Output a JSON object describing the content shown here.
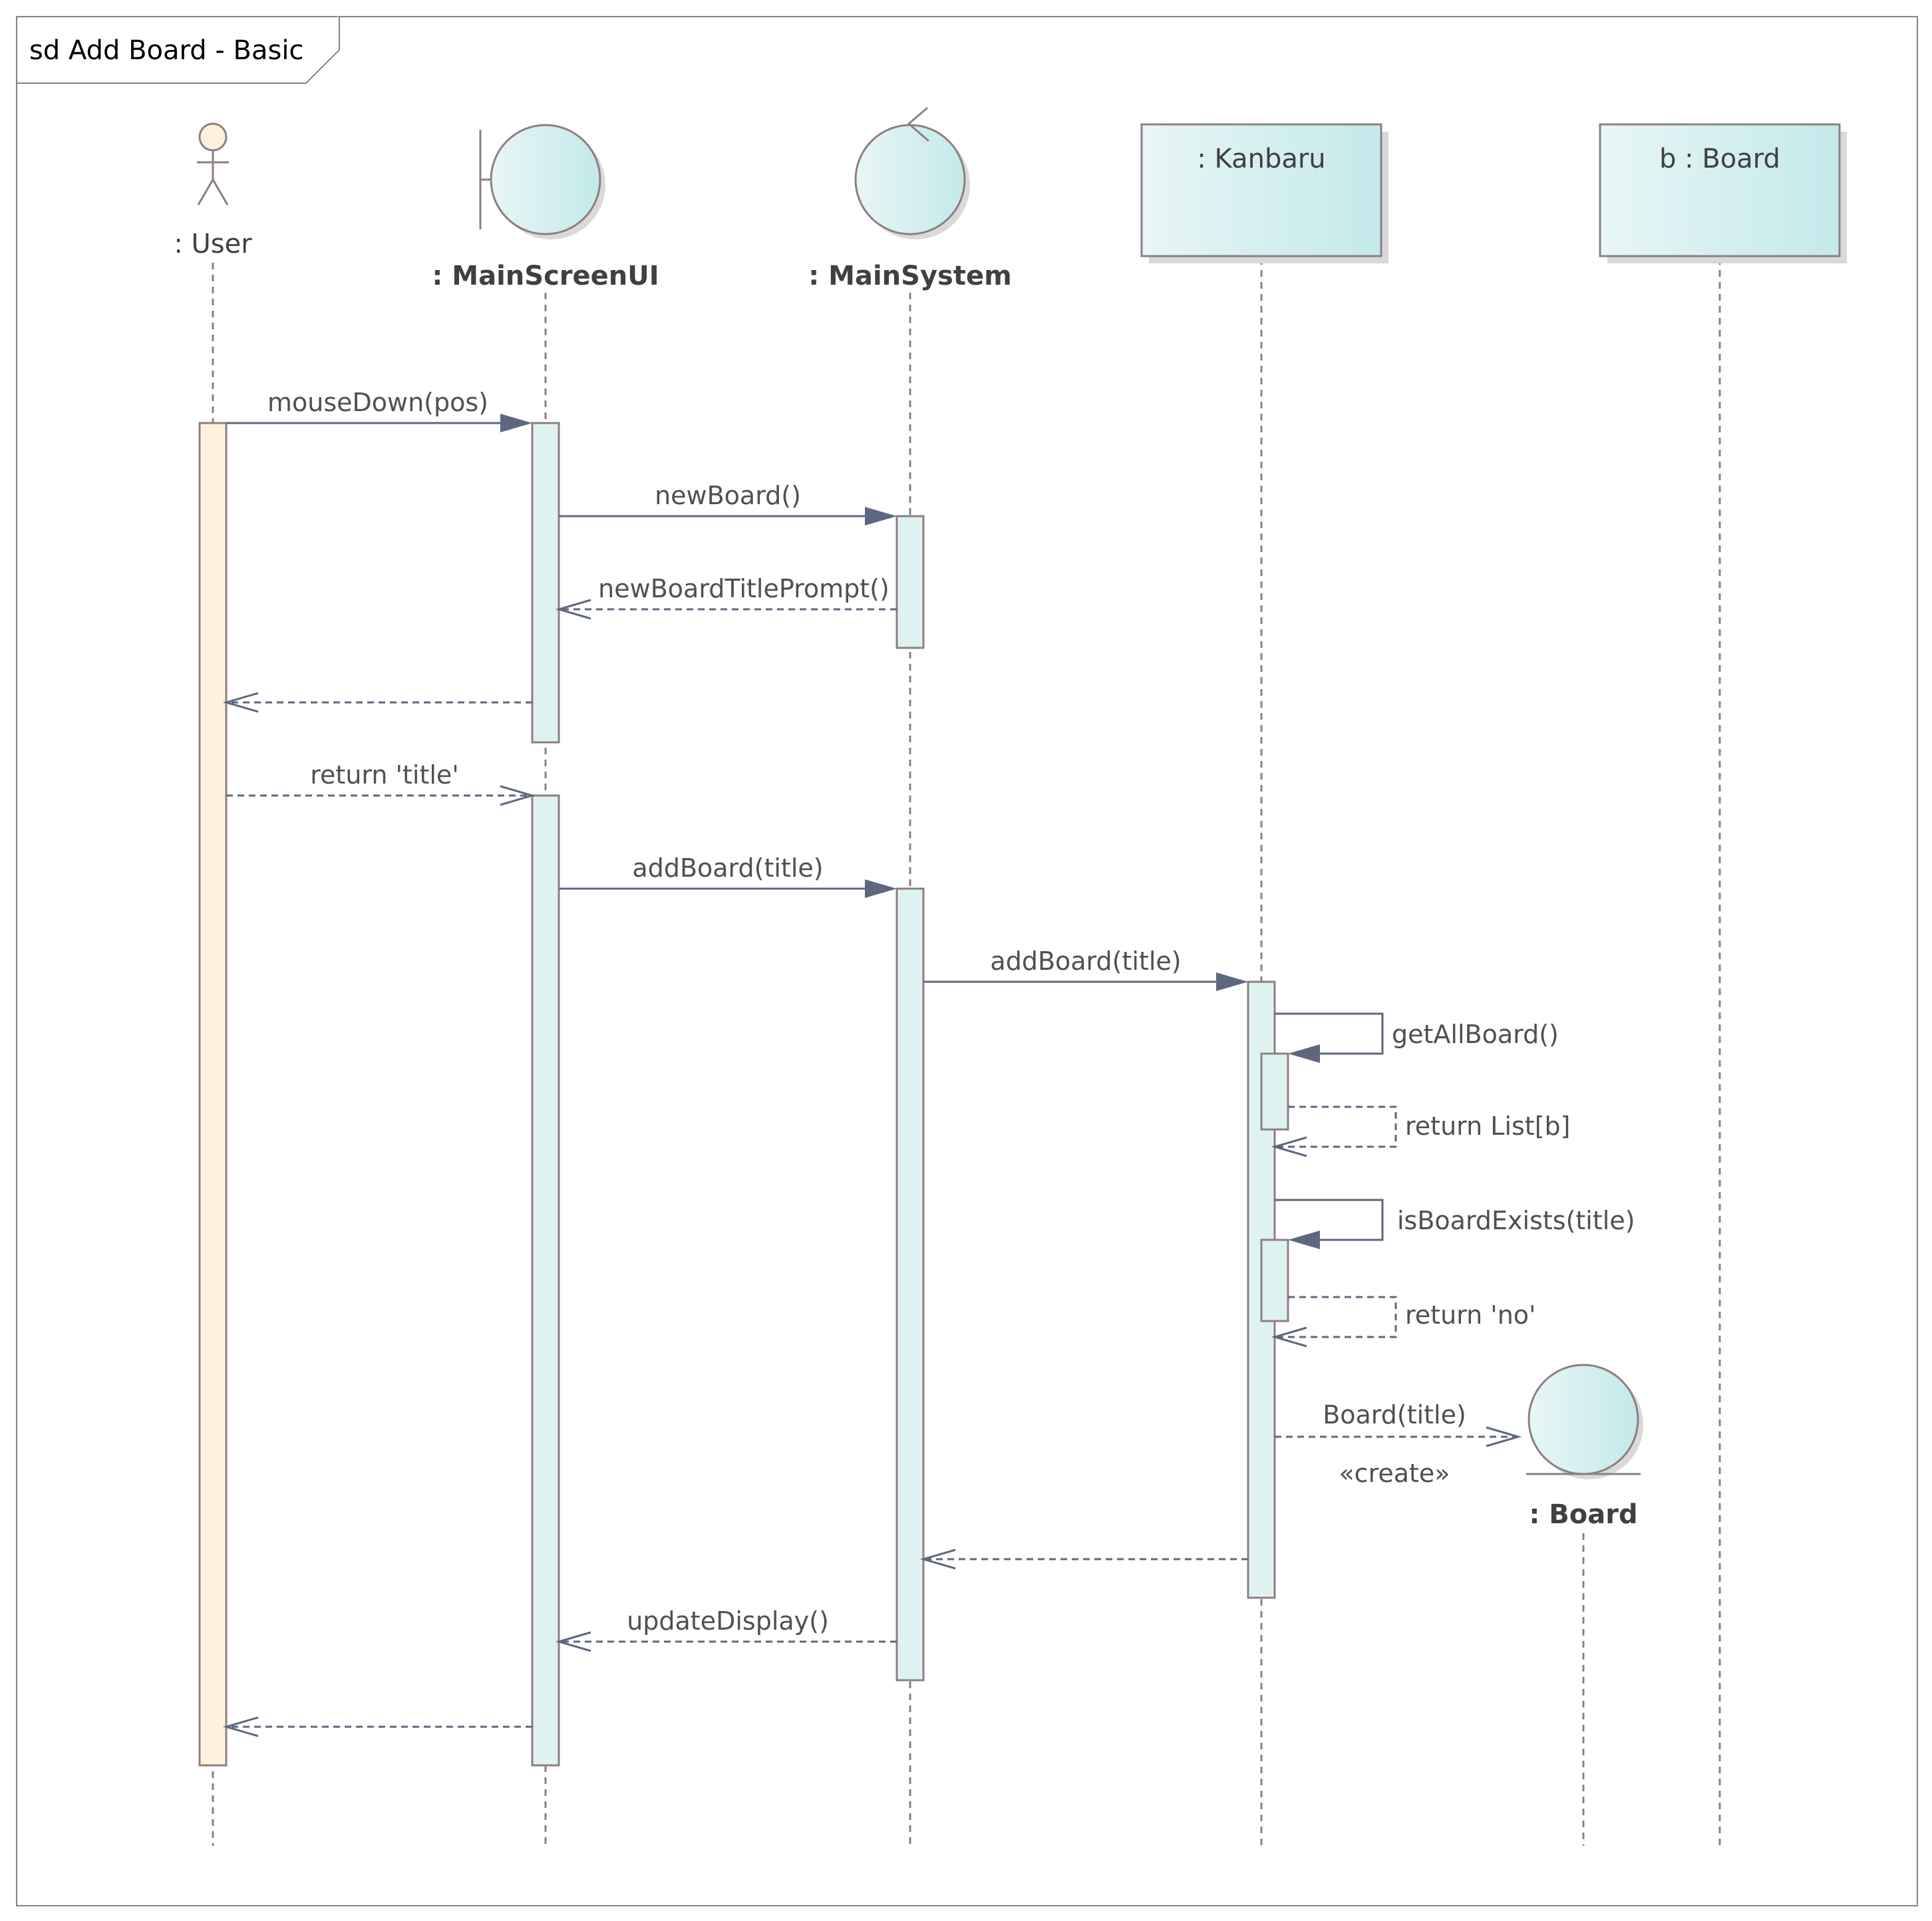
{
  "frame": {
    "title": "sd Add Board - Basic"
  },
  "lifelines": {
    "user": {
      "label": ": User",
      "kind": "actor"
    },
    "ui": {
      "label": ": MainScreenUI",
      "kind": "boundary"
    },
    "system": {
      "label": ": MainSystem",
      "kind": "control"
    },
    "kanbaru": {
      "label": ": Kanbaru",
      "kind": "class"
    },
    "board_b": {
      "label": "b : Board",
      "kind": "class"
    },
    "board_new": {
      "label": ": Board",
      "kind": "entity"
    }
  },
  "messages": {
    "m1": {
      "label": "mouseDown(pos)",
      "kind": "sync"
    },
    "m2": {
      "label": "newBoard()",
      "kind": "sync"
    },
    "m3": {
      "label": "newBoardTitlePrompt()",
      "kind": "reply"
    },
    "m4": {
      "label": "",
      "kind": "reply"
    },
    "m5": {
      "label": "return 'title'",
      "kind": "reply"
    },
    "m6": {
      "label": "addBoard(title)",
      "kind": "sync"
    },
    "m7": {
      "label": "addBoard(title)",
      "kind": "sync"
    },
    "m8": {
      "label": "getAllBoard()",
      "kind": "self-sync"
    },
    "m9": {
      "label": "return List[b]",
      "kind": "self-reply"
    },
    "m10": {
      "label": "isBoardExists(title)",
      "kind": "self-sync"
    },
    "m11": {
      "label": "return 'no'",
      "kind": "self-reply"
    },
    "m12": {
      "label": "Board(title)",
      "kind": "create",
      "stereotype": "«create»"
    },
    "m13": {
      "label": "",
      "kind": "reply"
    },
    "m14": {
      "label": "updateDisplay()",
      "kind": "reply"
    },
    "m15": {
      "label": "",
      "kind": "reply"
    }
  },
  "colors": {
    "border": "#8d7f80",
    "arrow": "#5f6780",
    "actor_fill": "#fff1dc",
    "object_fill": "#dff2f2",
    "object_fill_dark": "#c3e9ea",
    "shadow": "#d9d9d9",
    "text": "#404040"
  }
}
